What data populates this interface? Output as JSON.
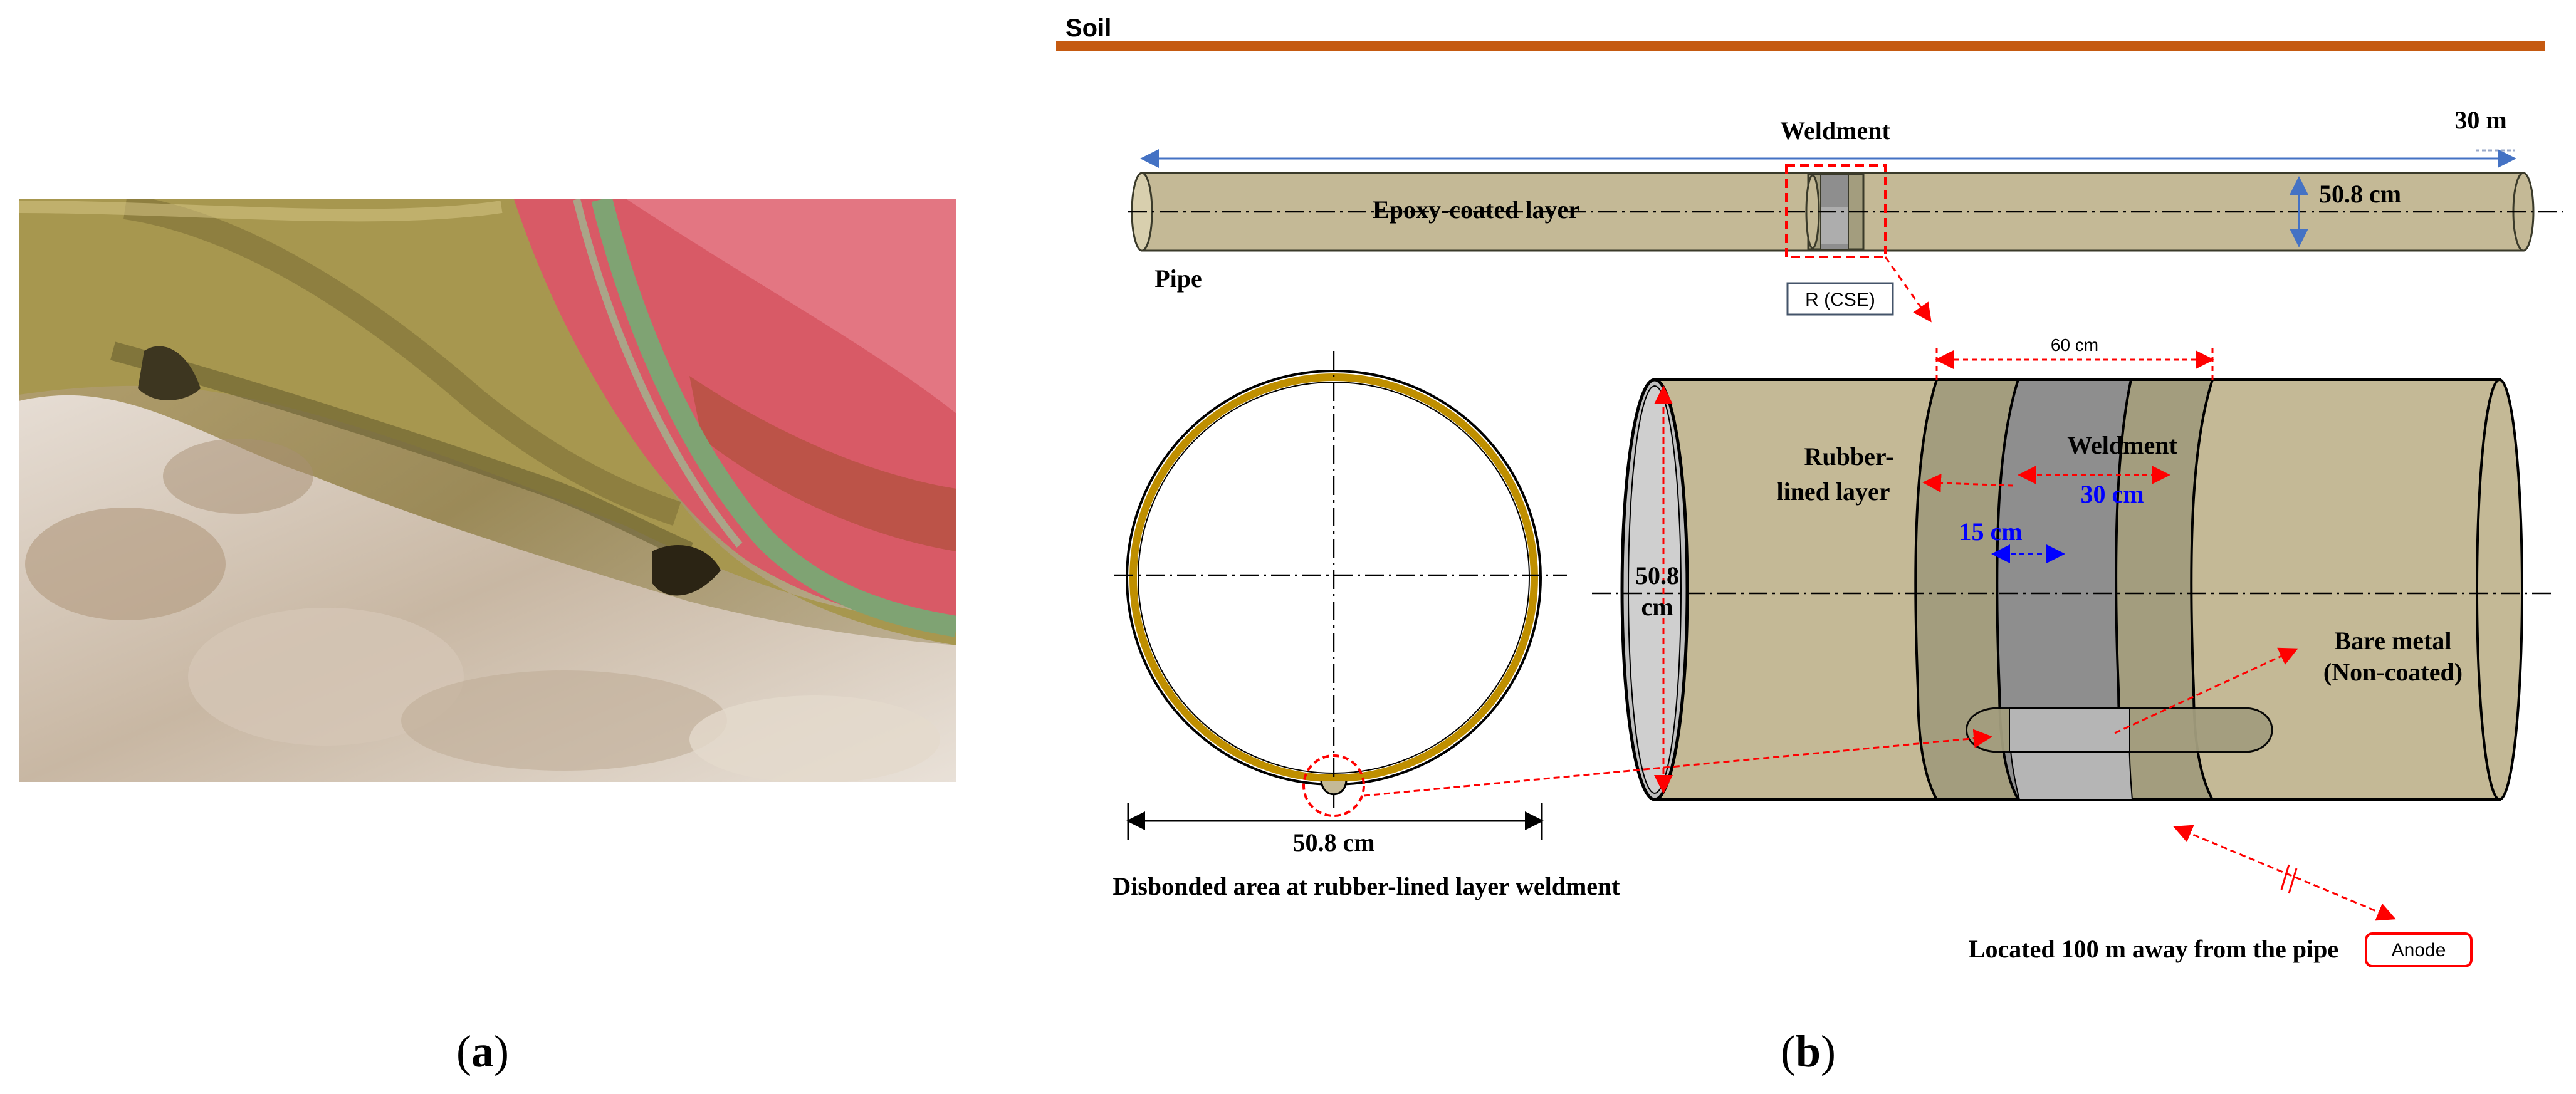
{
  "panel_a": {
    "label": "(a)",
    "photo_description_icon": "corroded-pipe-photo"
  },
  "panel_b": {
    "label": "(b)",
    "soil_label": "Soil",
    "overview": {
      "weldment_label": "Weldment",
      "length_label": "30 m",
      "coating_label": "Epoxy-coated layer",
      "diameter_label": "50.8 cm",
      "pipe_label": "Pipe",
      "reference_electrode_label": "R (CSE)"
    },
    "cross_section": {
      "diameter_label": "50.8 cm",
      "caption": "Disbonded area at rubber-lined layer weldment"
    },
    "detail": {
      "weld_width_label": "60 cm",
      "weldment_label": "Weldment",
      "weldment_width_label": "30 cm",
      "rubber_label_line1": "Rubber-",
      "rubber_label_line2": "lined layer",
      "rubber_width_label": "15 cm",
      "diameter_line1": "50.8",
      "diameter_line2": "cm",
      "bare_metal_line1": "Bare metal",
      "bare_metal_line2": "(Non-coated)"
    },
    "anode": {
      "distance_label": "Located 100 m away from the pipe",
      "anode_label": "Anode"
    }
  },
  "colors": {
    "soil_line": "#c55a11",
    "pipe_fill": "#c4b996",
    "rubber_fill": "#a39d7e",
    "weld_fill": "#8e8e8e",
    "coating_ring": "#bf8f00",
    "dimension_blue": "#4472c4",
    "annotation_red": "#ff0000",
    "label_blue": "#0000ff"
  }
}
